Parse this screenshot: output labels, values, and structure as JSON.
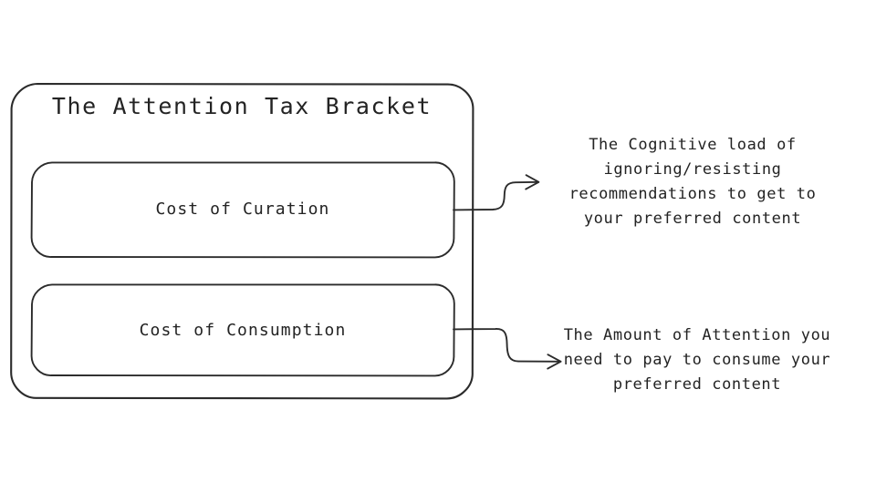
{
  "diagram": {
    "title": "The Attention Tax Bracket",
    "background_color": "#ffffff",
    "stroke_color": "#2b2b2b",
    "text_color": "#232323",
    "style": "hand-drawn sketch",
    "boxes": [
      {
        "label": "Cost of Curation"
      },
      {
        "label": "Cost of Consumption"
      }
    ],
    "annotations": [
      {
        "text": "The Cognitive load of ignoring/resisting recommendations to get to your preferred content"
      },
      {
        "text": "The Amount of Attention you need to pay to consume your preferred content"
      }
    ]
  }
}
